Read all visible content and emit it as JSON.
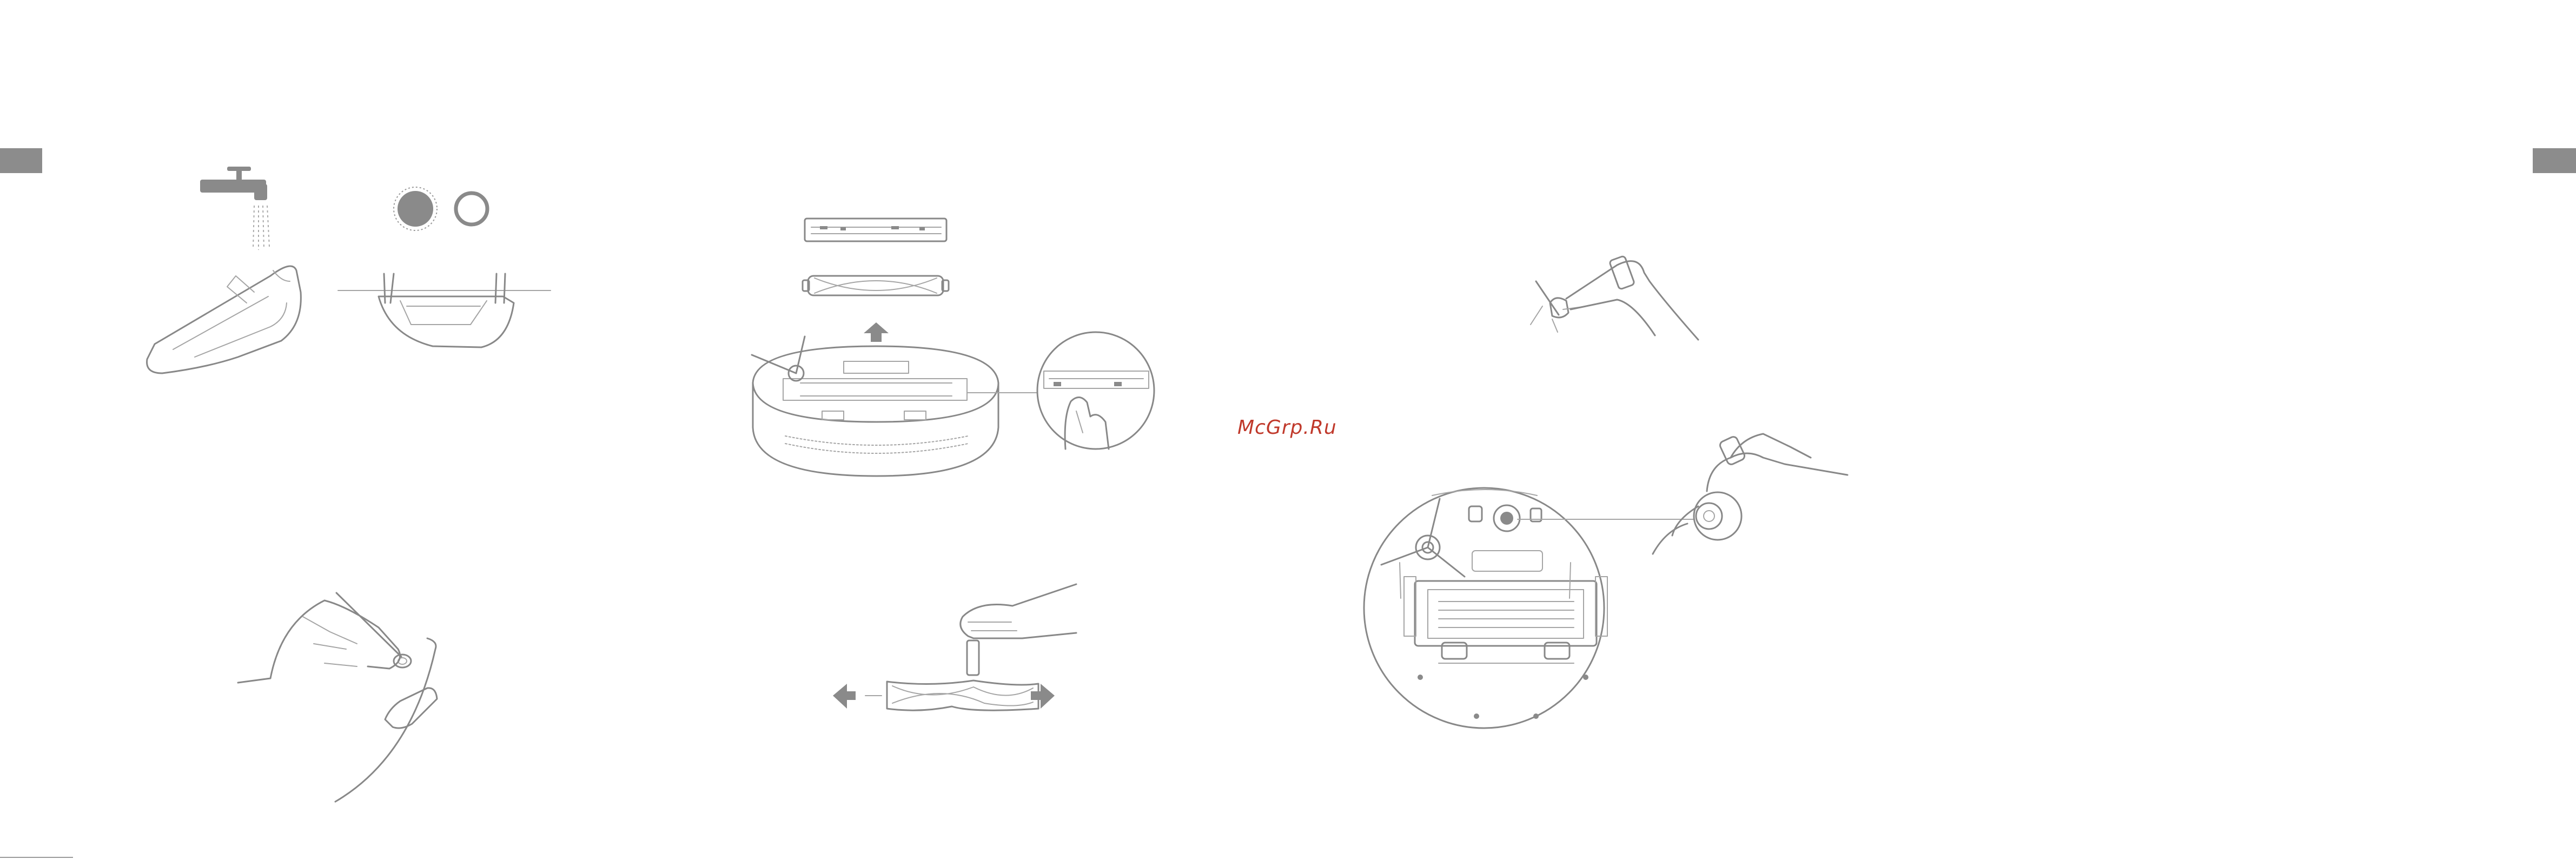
{
  "watermark": {
    "text": "McGrp.Ru",
    "color": "#c0392b"
  },
  "colors": {
    "line": "#888888",
    "tab": "#8c8c8c",
    "background": "#ffffff"
  },
  "illustrations": [
    "faucet-icon",
    "mop-bracket-drawing",
    "dry-status-icons",
    "mop-bracket-side-drawing",
    "hand-cleaning-sensor-drawing",
    "main-brush-cover-drawing",
    "main-brush-drawing",
    "robot-vacuum-brush-removal-drawing",
    "brush-slot-detail-drawing",
    "hand-cleaning-brush-drawing",
    "side-brush-hand-drawing",
    "robot-underside-drawing",
    "omni-wheel-hand-drawing"
  ]
}
